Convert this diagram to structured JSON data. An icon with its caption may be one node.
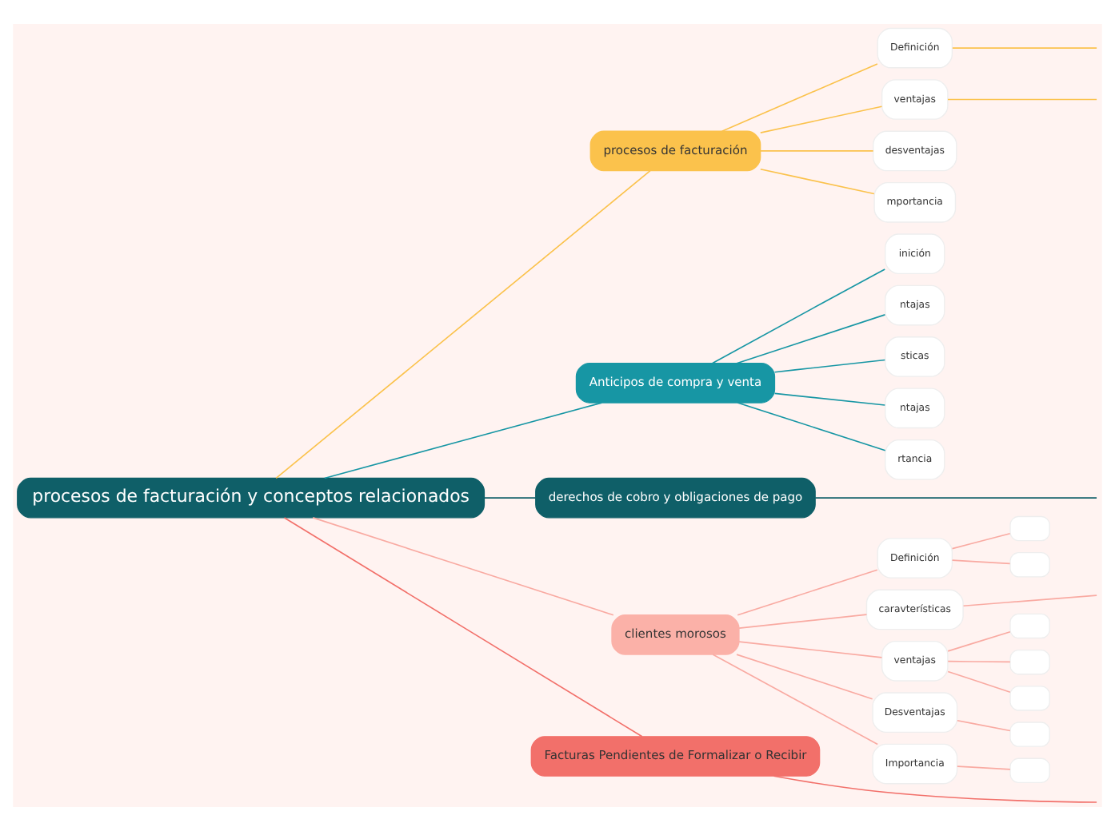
{
  "diagram": {
    "nodes": [
      {
        "text": [
          "procesos de facturación y conceptos relacionados"
        ]
      },
      {
        "text": [
          "procesos de facturación"
        ]
      },
      {
        "text": [
          "Definición"
        ]
      },
      {
        "text": [
          "ventajas"
        ]
      },
      {
        "text": [
          "desventajas"
        ]
      },
      {
        "text": [
          "mportancia"
        ]
      },
      {
        "text": [
          "Anticipos de compra y venta"
        ]
      },
      {
        "text": [
          "inición"
        ]
      },
      {
        "text": [
          "ntajas"
        ]
      },
      {
        "text": [
          "sticas"
        ]
      },
      {
        "text": [
          "ntajas"
        ]
      },
      {
        "text": [
          "rtancia"
        ]
      },
      {
        "text": [
          "derechos de cobro y obligaciones de pago"
        ]
      },
      {
        "text": [
          "clientes morosos"
        ]
      },
      {
        "text": [
          "Definición"
        ]
      },
      {
        "text": [
          "caravterísticas"
        ]
      },
      {
        "text": [
          "ventajas"
        ]
      },
      {
        "text": [
          "Desventajas"
        ]
      },
      {
        "text": [
          "Importancia"
        ]
      },
      {
        "text": [],
        "shape": "box"
      },
      {
        "text": [],
        "shape": "box"
      },
      {
        "text": [],
        "shape": "box"
      },
      {
        "text": [],
        "shape": "box"
      },
      {
        "text": [],
        "shape": "box"
      },
      {
        "text": [],
        "shape": "box"
      },
      {
        "text": [],
        "shape": "box"
      },
      {
        "text": [
          "Facturas Pendientes de Formalizar o Recibir"
        ]
      }
    ],
    "edges": [
      {
        "from": 0,
        "to": 1,
        "arrow": "none",
        "color": "#fbc24c"
      },
      {
        "from": 0,
        "to": 6,
        "arrow": "none",
        "color": "#1796a4"
      },
      {
        "from": 0,
        "to": 12,
        "arrow": "none",
        "color": "#0f5f68"
      },
      {
        "from": 0,
        "to": 13,
        "arrow": "none"
      },
      {
        "from": 0,
        "to": 26,
        "arrow": "none",
        "color": "#f2706a"
      },
      {
        "from": 1,
        "to": 2,
        "arrow": "none",
        "color": "#fbc24c"
      },
      {
        "from": 1,
        "to": 3,
        "arrow": "none",
        "color": "#fbc24c"
      },
      {
        "from": 1,
        "to": 4,
        "arrow": "none",
        "color": "#fbc24c"
      },
      {
        "from": 1,
        "to": 5,
        "arrow": "none",
        "color": "#fbc24c"
      },
      {
        "from": 6,
        "to": 7,
        "arrow": "none",
        "color": "#1796a4"
      },
      {
        "from": 6,
        "to": 8,
        "arrow": "none",
        "color": "#1796a4"
      },
      {
        "from": 6,
        "to": 9,
        "arrow": "none",
        "color": "#1796a4"
      },
      {
        "from": 6,
        "to": 10,
        "arrow": "none",
        "color": "#1796a4"
      },
      {
        "from": 6,
        "to": 11,
        "arrow": "none",
        "color": "#1796a4"
      },
      {
        "from": 13,
        "to": 14,
        "arrow": "none"
      },
      {
        "from": 13,
        "to": 15,
        "arrow": "none"
      },
      {
        "from": 13,
        "to": 16,
        "arrow": "none"
      },
      {
        "from": 13,
        "to": 17,
        "arrow": "none"
      },
      {
        "from": 13,
        "to": 18,
        "arrow": "none"
      },
      {
        "from": 14,
        "to": 19,
        "arrow": "none"
      },
      {
        "from": 14,
        "to": 20,
        "arrow": "none"
      },
      {
        "from": 16,
        "to": 21,
        "arrow": "none"
      },
      {
        "from": 16,
        "to": 22,
        "arrow": "none"
      },
      {
        "from": 16,
        "to": 23,
        "arrow": "none"
      },
      {
        "from": 17,
        "to": 24,
        "arrow": "none"
      },
      {
        "from": 18,
        "to": 25,
        "arrow": "none"
      },
      {
        "from": 15,
        "to": null,
        "arrow": "none"
      },
      {
        "from": 12,
        "to": null,
        "arrow": "none",
        "color": "#0f5f68"
      },
      {
        "from": 26,
        "to": null,
        "arrow": "none",
        "color": "#f2706a"
      },
      {
        "from": 2,
        "to": null,
        "arrow": "none",
        "color": "#fbc24c"
      },
      {
        "from": 3,
        "to": null,
        "arrow": "none",
        "color": "#fbc24c"
      }
    ]
  }
}
